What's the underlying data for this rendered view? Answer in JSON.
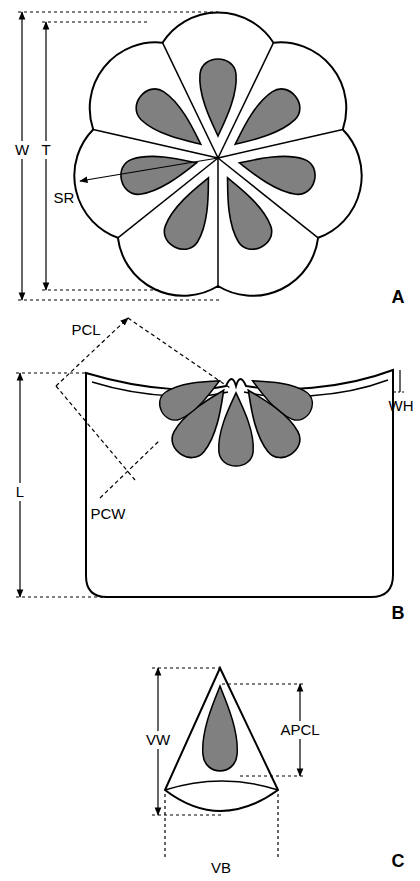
{
  "diagram": {
    "labels": [
      "W",
      "T",
      "SR",
      "A",
      "PCL",
      "L",
      "PCW",
      "WH",
      "B",
      "VW",
      "APCL",
      "VB",
      "C"
    ]
  }
}
